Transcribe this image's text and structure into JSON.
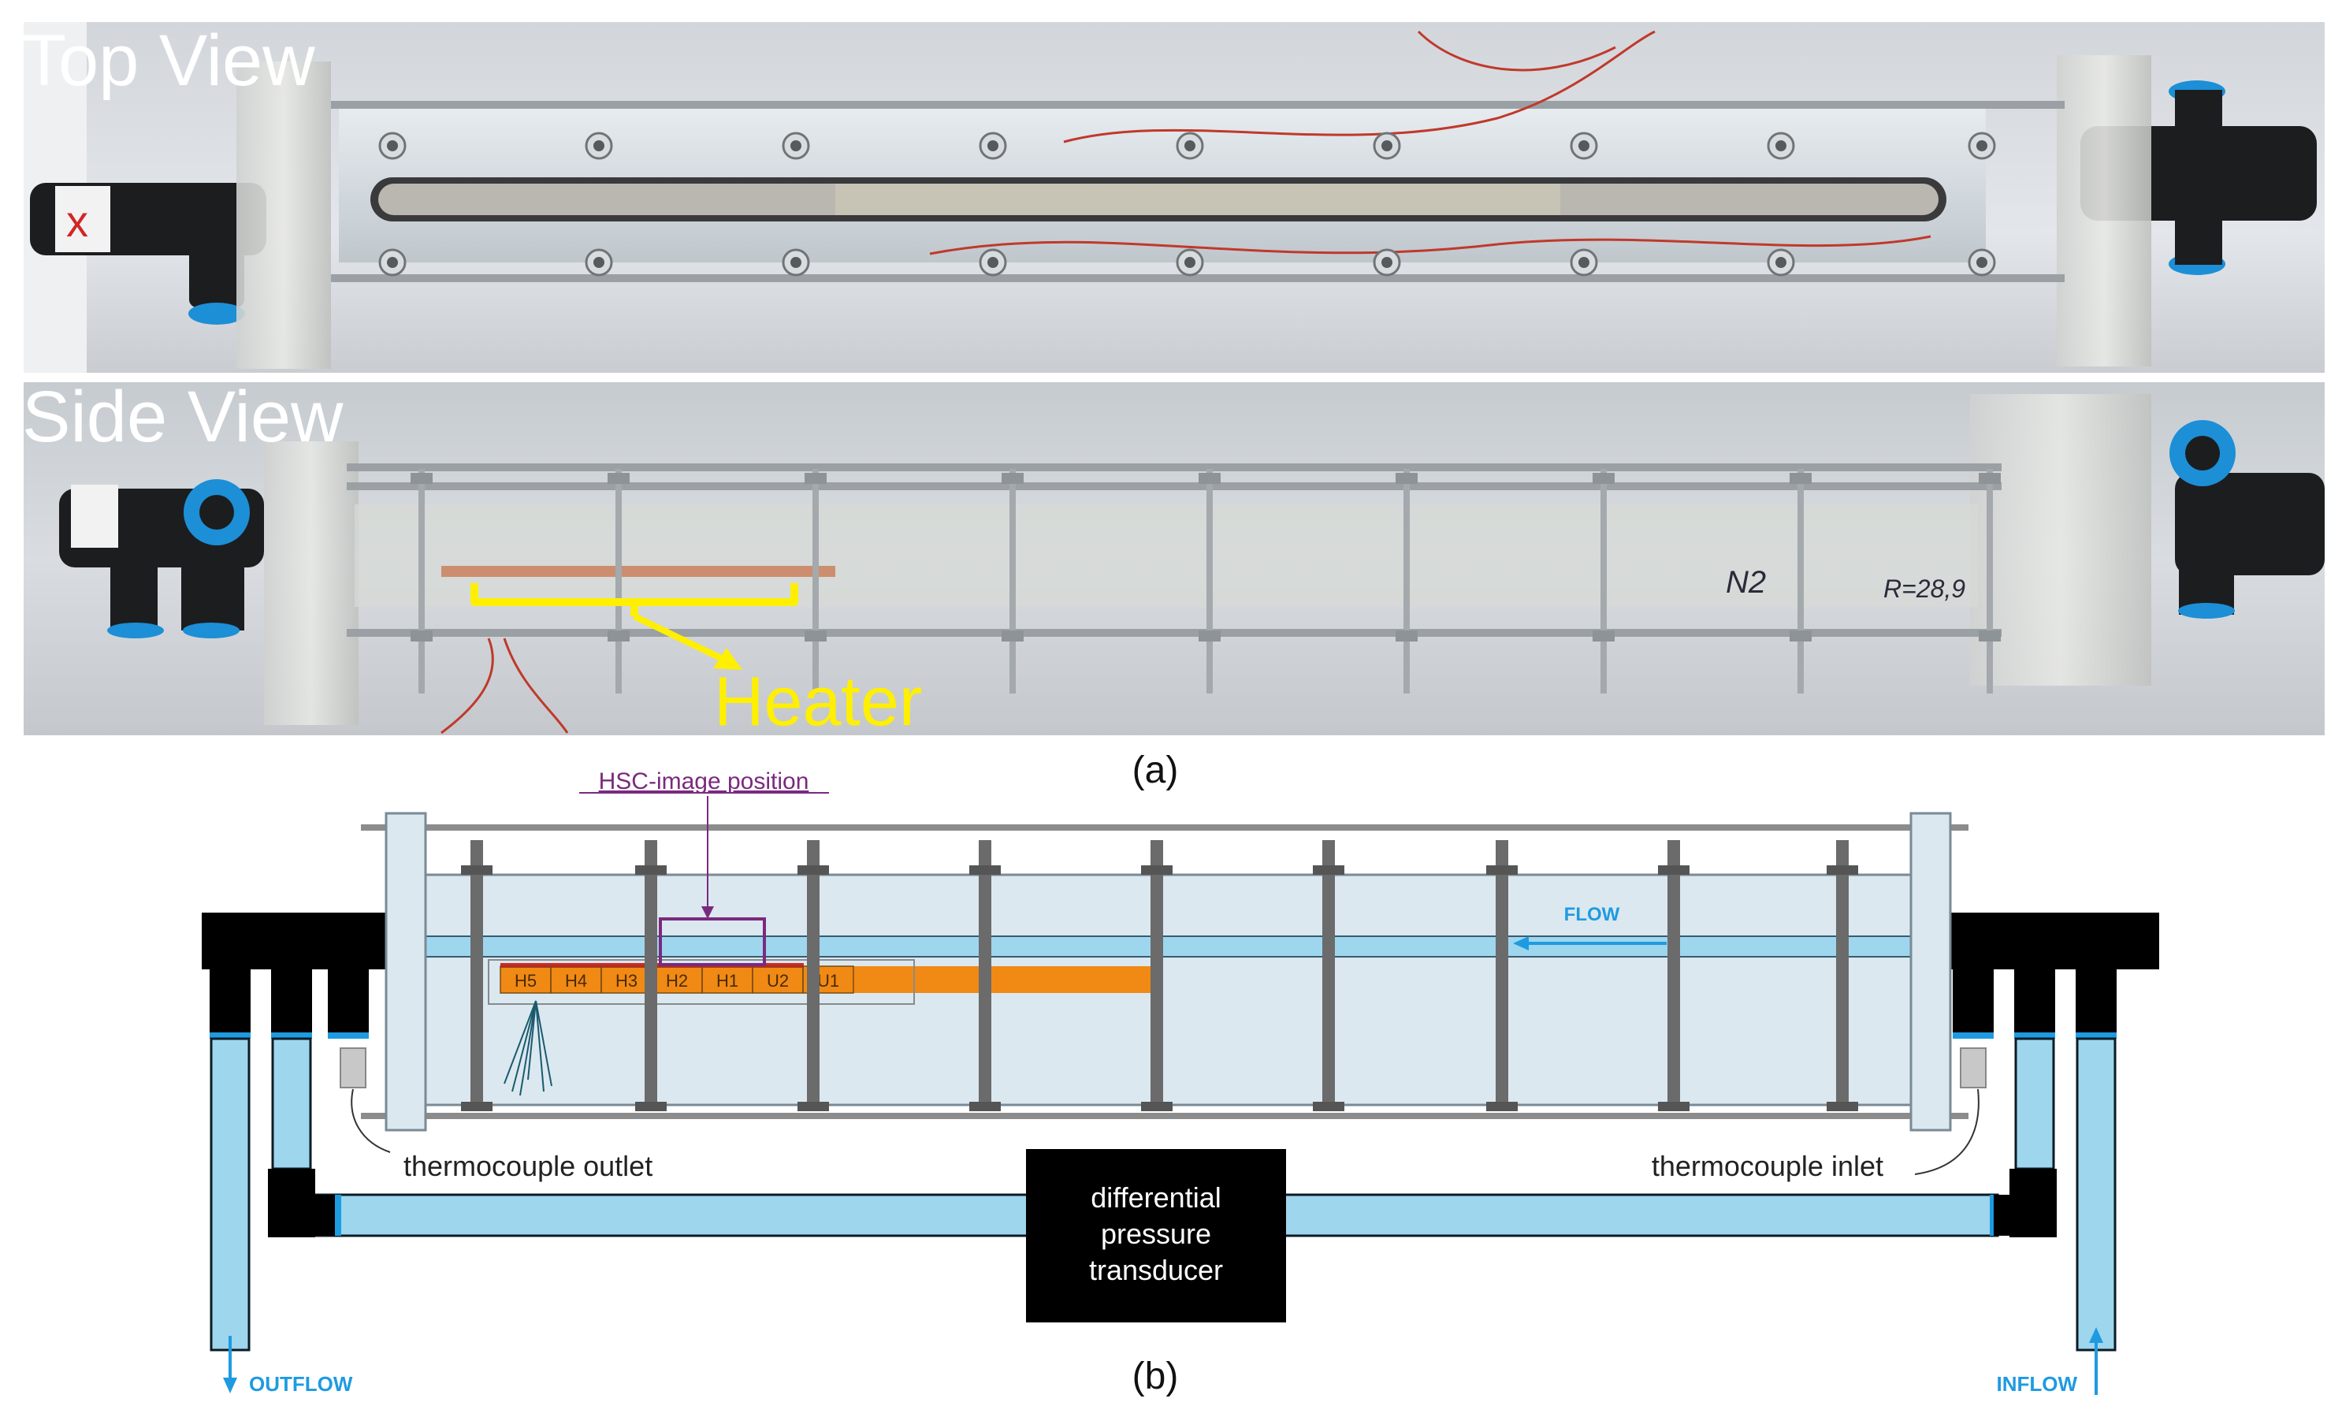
{
  "photos": {
    "top_view_label": "Top View",
    "side_view_label": "Side View",
    "heater_label": "Heater",
    "marker_n2": "N2",
    "marker_r": "R=28,9",
    "marker_x": "x"
  },
  "captions": {
    "a": "(a)",
    "b": "(b)"
  },
  "diagram": {
    "hsc_label": "HSC-image position",
    "flow_label": "FLOW",
    "heater_segments": [
      "H5",
      "H4",
      "H3",
      "H2",
      "H1",
      "U2",
      "U1"
    ],
    "thermocouple_outlet": "thermocouple outlet",
    "thermocouple_inlet": "thermocouple inlet",
    "dpt_line1": "differential",
    "dpt_line2": "pressure",
    "dpt_line3": "transducer",
    "outflow_label": "OUTFLOW",
    "inflow_label": "INFLOW"
  },
  "colors": {
    "heater_yellow": "#ffef00",
    "flow_blue": "#1e9be0",
    "heater_orange": "#f08a14",
    "hsc_purple": "#7a2a7e",
    "channel_fill": "#dbe8f0",
    "tube_fill": "#9ed6ee"
  }
}
